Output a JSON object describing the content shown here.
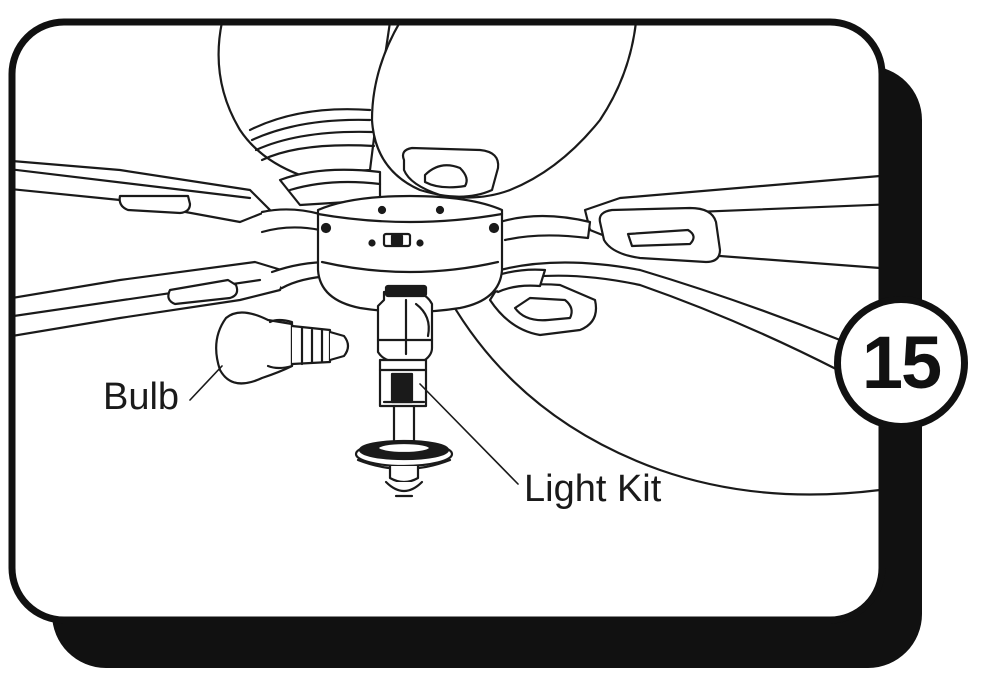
{
  "step": {
    "number": "15"
  },
  "labels": {
    "bulb": "Bulb",
    "light_kit": "Light Kit"
  },
  "colors": {
    "frame": "#111111",
    "line": "#1a1a1a",
    "background": "#ffffff"
  }
}
